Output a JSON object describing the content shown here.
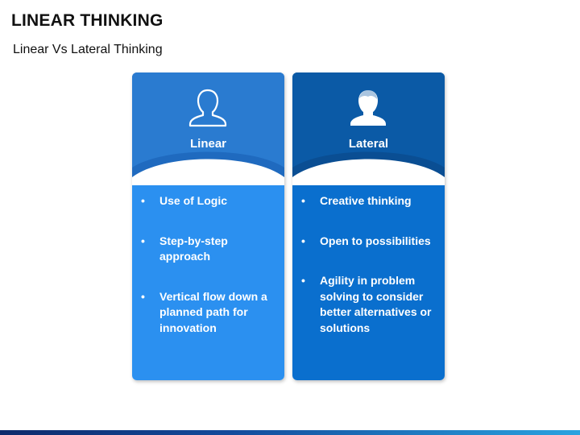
{
  "slide": {
    "title": "LINEAR THINKING",
    "subtitle": "Linear Vs Lateral Thinking"
  },
  "cards": [
    {
      "label": "Linear",
      "icon": "person-outline-icon",
      "header_color": "#2a7bd0",
      "wave_color": "#1f6abf",
      "body_color": "#2b90f0",
      "points": [
        "Use of Logic",
        "Step-by-step approach",
        "Vertical flow down a planned path for innovation"
      ]
    },
    {
      "label": "Lateral",
      "icon": "person-solid-icon",
      "header_color": "#0b5aa6",
      "wave_color": "#0a4e93",
      "body_color": "#0a6fce",
      "points": [
        "Creative thinking",
        "Open to possibilities",
        "Agility in problem solving to consider better alternatives or solutions"
      ]
    }
  ],
  "bullet_char": "•"
}
